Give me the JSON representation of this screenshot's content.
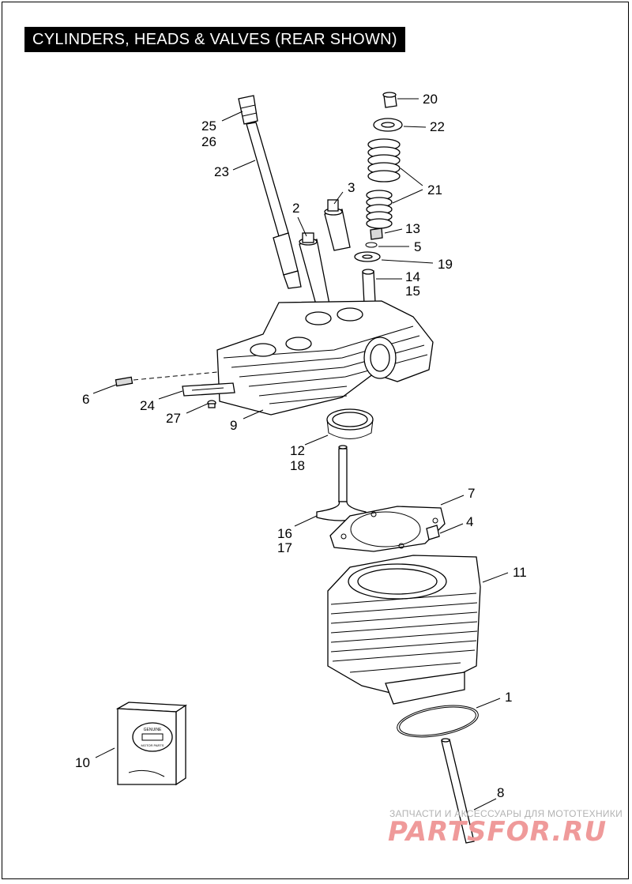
{
  "title": "CYLINDERS, HEADS & VALVES (REAR SHOWN)",
  "callouts": {
    "c1": "1",
    "c2": "2",
    "c3": "3",
    "c4": "4",
    "c5": "5",
    "c6": "6",
    "c7": "7",
    "c8": "8",
    "c9": "9",
    "c10": "10",
    "c11": "11",
    "c12": "12",
    "c13": "13",
    "c14": "14",
    "c15": "15",
    "c16": "16",
    "c17": "17",
    "c18": "18",
    "c19": "19",
    "c20": "20",
    "c21": "21",
    "c22": "22",
    "c23": "23",
    "c24": "24",
    "c25": "25",
    "c26": "26",
    "c27": "27"
  },
  "watermark": {
    "tagline": "ЗАПЧАСТИ И АКСЕССУАРЫ ДЛЯ МОТОТЕХНИКИ",
    "brand": "PARTSFOR.RU"
  },
  "logo_text": {
    "top": "GENUINE",
    "bottom": "MOTOR PARTS"
  },
  "colors": {
    "title_bg": "#000000",
    "title_fg": "#ffffff",
    "watermark_brand": "#ef9a9a",
    "watermark_tagline": "#b3b3b3"
  }
}
